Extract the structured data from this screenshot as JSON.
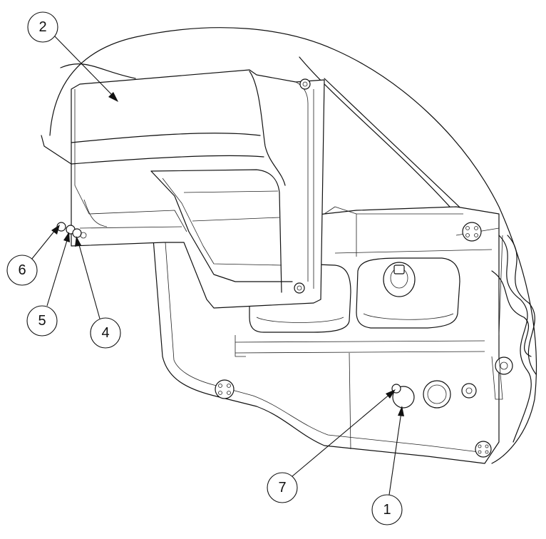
{
  "callouts": [
    {
      "id": "c2",
      "label": "2"
    },
    {
      "id": "c6",
      "label": "6"
    },
    {
      "id": "c5",
      "label": "5"
    },
    {
      "id": "c4",
      "label": "4"
    },
    {
      "id": "c7",
      "label": "7"
    },
    {
      "id": "c1",
      "label": "1"
    }
  ]
}
